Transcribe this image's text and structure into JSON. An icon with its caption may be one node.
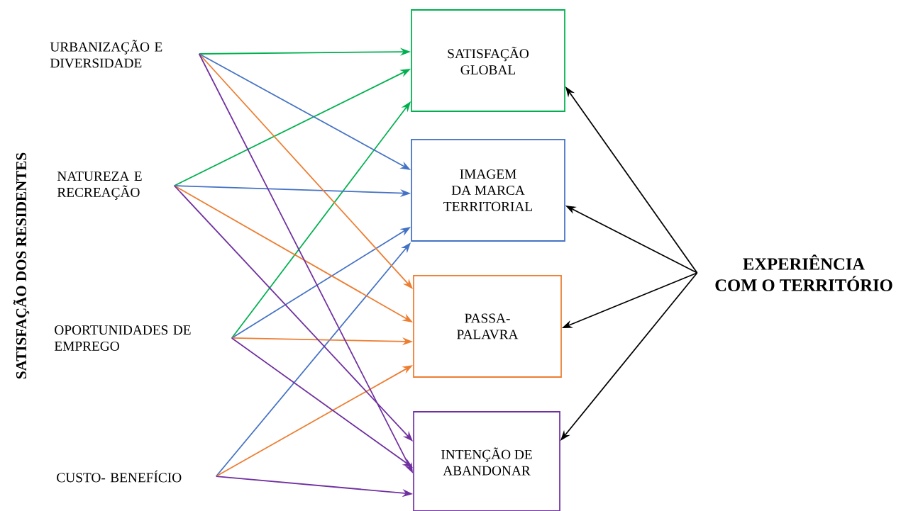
{
  "diagram": {
    "nodes": [
      {
        "text": [
          "URBANIZAÇÃO E DIVERSIDADE"
        ]
      },
      {
        "text": [
          "NATUREZA E RECREAÇÃO"
        ]
      },
      {
        "text": [
          "OPORTUNIDADES DE EMPREGO"
        ]
      },
      {
        "text": [
          "CUSTO- BENEFÍCIO"
        ]
      },
      {
        "text": [
          "SATISFAÇÃO GLOBAL"
        ]
      },
      {
        "text": [
          "IMAGEM DA MARCA TERRITORIAL"
        ]
      },
      {
        "text": [
          "PASSA- PALAVRA"
        ]
      },
      {
        "text": [
          "INTENÇÃO DE ABANDONAR"
        ]
      },
      {
        "text": [
          "EXPERIÊNCIA COM O TERRITÓRIO"
        ]
      }
    ],
    "edges": [
      {
        "from": 0,
        "to": 4,
        "arrow": "to",
        "color": "#00b050"
      },
      {
        "from": 1,
        "to": 4,
        "arrow": "to",
        "color": "#00b050"
      },
      {
        "from": 2,
        "to": 4,
        "arrow": "to",
        "color": "#00b050"
      },
      {
        "from": 0,
        "to": 5,
        "arrow": "to",
        "color": "#4472c4"
      },
      {
        "from": 1,
        "to": 5,
        "arrow": "to",
        "color": "#4472c4"
      },
      {
        "from": 2,
        "to": 5,
        "arrow": "to",
        "color": "#4472c4"
      },
      {
        "from": 3,
        "to": 5,
        "arrow": "to",
        "color": "#4472c4"
      },
      {
        "from": 0,
        "to": 6,
        "arrow": "to",
        "color": "#ed7d31"
      },
      {
        "from": 1,
        "to": 6,
        "arrow": "to",
        "color": "#ed7d31"
      },
      {
        "from": 2,
        "to": 6,
        "arrow": "to",
        "color": "#ed7d31"
      },
      {
        "from": 3,
        "to": 6,
        "arrow": "to",
        "color": "#ed7d31"
      },
      {
        "from": 0,
        "to": 7,
        "arrow": "to",
        "color": "#7030a0"
      },
      {
        "from": 1,
        "to": 7,
        "arrow": "to",
        "color": "#7030a0"
      },
      {
        "from": 2,
        "to": 7,
        "arrow": "to",
        "color": "#7030a0"
      },
      {
        "from": 3,
        "to": 7,
        "arrow": "to",
        "color": "#7030a0"
      },
      {
        "from": 8,
        "to": 4,
        "arrow": "to",
        "color": "#000000"
      },
      {
        "from": 8,
        "to": 5,
        "arrow": "to",
        "color": "#000000"
      },
      {
        "from": 8,
        "to": 6,
        "arrow": "to",
        "color": "#000000"
      },
      {
        "from": 8,
        "to": 7,
        "arrow": "to",
        "color": "#000000"
      }
    ],
    "labels": [
      "SATISFAÇÃO DOS RESIDENTES"
    ]
  }
}
